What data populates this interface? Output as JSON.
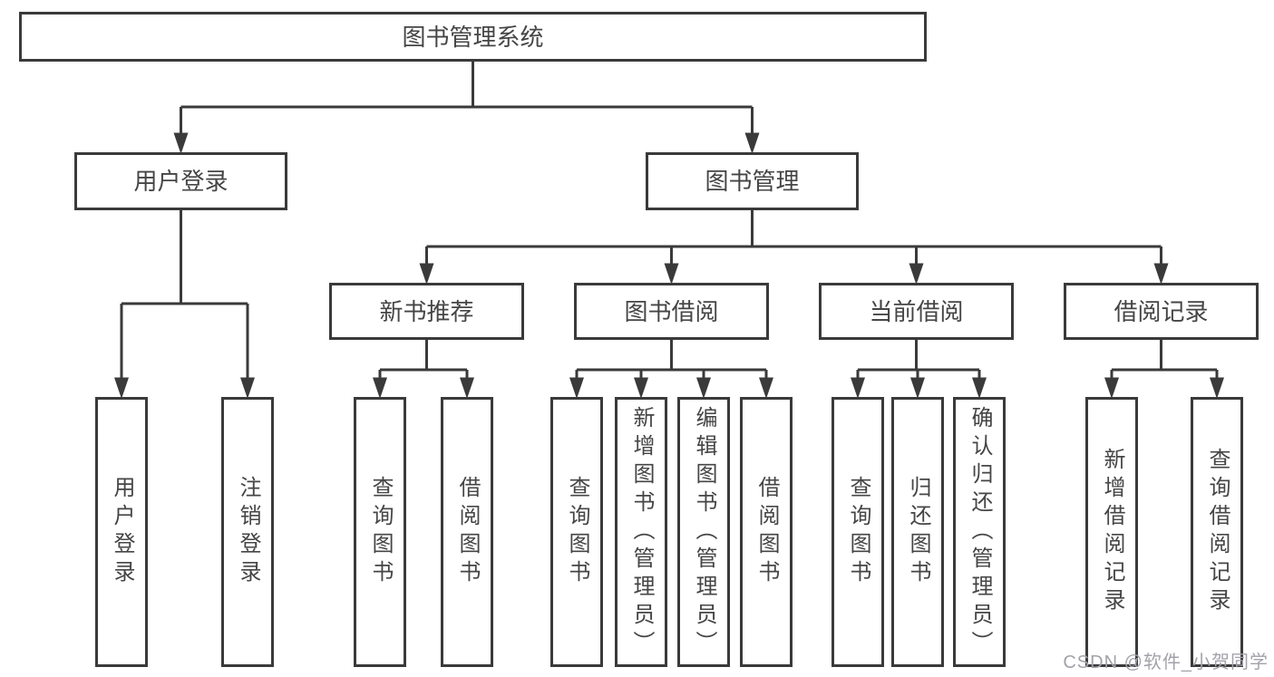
{
  "colors": {
    "line": "#3a3a3a",
    "node_border": "#3a3a3a",
    "node_text": "#454545",
    "background": "#ffffff",
    "watermark_text": "#a2a2aa"
  },
  "tree": {
    "root": {
      "label": "图书管理系统",
      "children": [
        {
          "label": "用户登录",
          "children": [
            {
              "label": "用户登录"
            },
            {
              "label": "注销登录"
            }
          ]
        },
        {
          "label": "图书管理",
          "children": [
            {
              "label": "新书推荐",
              "children": [
                {
                  "label": "查询图书"
                },
                {
                  "label": "借阅图书"
                }
              ]
            },
            {
              "label": "图书借阅",
              "children": [
                {
                  "label": "查询图书"
                },
                {
                  "label": "新增图书（管理员）"
                },
                {
                  "label": "编辑图书（管理员）"
                },
                {
                  "label": "借阅图书"
                }
              ]
            },
            {
              "label": "当前借阅",
              "children": [
                {
                  "label": "查询图书"
                },
                {
                  "label": "归还图书"
                },
                {
                  "label": "确认归还（管理员）"
                }
              ]
            },
            {
              "label": "借阅记录",
              "children": [
                {
                  "label": "新增借阅记录"
                },
                {
                  "label": "查询借阅记录"
                }
              ]
            }
          ]
        }
      ]
    }
  },
  "watermark": {
    "text": "CSDN @软件_小贺同学"
  }
}
